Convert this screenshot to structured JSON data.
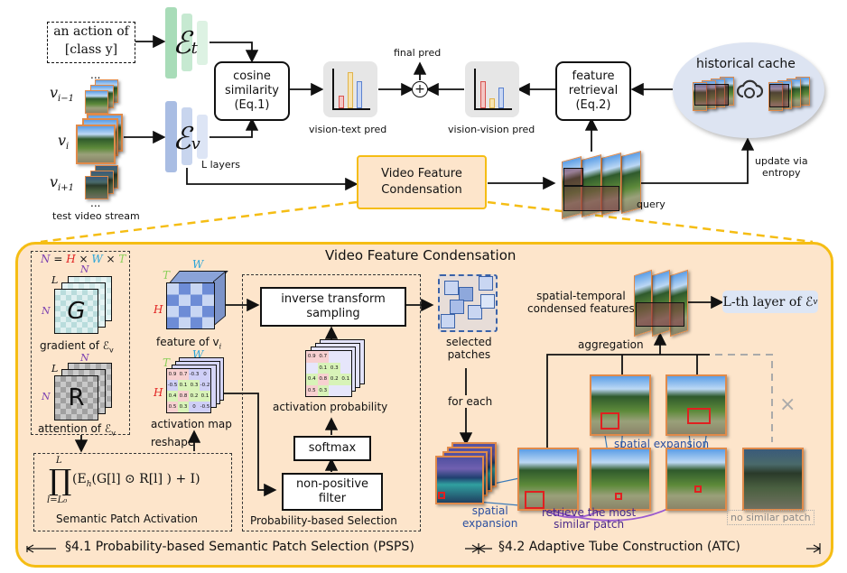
{
  "top": {
    "text_prompt": [
      "an action of",
      "[class y]"
    ],
    "text_encoder": "ℰ",
    "text_encoder_sub": "t",
    "video_encoder": "ℰ",
    "video_encoder_sub": "v",
    "layers_label": "L layers",
    "stream_labels": {
      "prev": "v",
      "prev_sub": "i−1",
      "cur": "v",
      "cur_sub": "i",
      "next": "v",
      "next_sub": "i+1",
      "dots": "..."
    },
    "stream_caption": "test video stream",
    "cosine_box": [
      "cosine",
      "similarity",
      "(Eq.1)"
    ],
    "vt_pred": "vision-text pred",
    "vv_pred": "vision-vision pred",
    "final_pred": "final pred",
    "plus": "+",
    "retrieval_box": [
      "feature",
      "retrieval",
      "(Eq.2)"
    ],
    "cache_title": "historical cache",
    "vfc_box": [
      "Video Feature",
      "Condensation"
    ],
    "query": "query",
    "update": [
      "update via",
      "entropy"
    ]
  },
  "panel": {
    "title": "Video Feature Condensation",
    "n_eq": {
      "N": "N",
      "eq": " = ",
      "H": "H",
      "x1": " × ",
      "W": "W",
      "x2": " × ",
      "T": "T"
    },
    "grad_letter": "G",
    "grad_caption": "gradient of ℰ",
    "attn_letter": "R",
    "attn_caption": "attention of ℰ",
    "sub_v": "v",
    "dim_labels": {
      "L": "L",
      "N": "N",
      "H": "H",
      "W": "W",
      "T": "T"
    },
    "feature_caption": "feature of v",
    "feature_sub": "i",
    "activation_caption": "activation map",
    "reshape": "reshape",
    "activation_values": [
      "0.9",
      "0.7",
      "-0.3",
      "0",
      "-0.5",
      "0.1",
      "0.3",
      "-0.2",
      "0.4",
      "0.8",
      "0.2",
      "0.1",
      "0.5",
      "0.3",
      "0",
      "-0.5"
    ],
    "probability_values": [
      "0.9",
      "0.7",
      "",
      "",
      "",
      "0.1",
      "0.3",
      "",
      "0.4",
      "0.8",
      "0.2",
      "0.1",
      "0.5",
      "0.3",
      "",
      ""
    ],
    "formula": "∏ (E_h(G[l] ⊙ R[l]) + I)",
    "formula_top": "L",
    "formula_bottom": "l=L₀",
    "formula_body": "(E",
    "formula_h": "h",
    "formula_rest": "(G[l] ⊙ R[l] ) + I)",
    "spa_caption": "Semantic Patch Activation",
    "its_box": [
      "inverse transform",
      "sampling"
    ],
    "prob_caption": "activation probability",
    "softmax": "softmax",
    "npf_box": [
      "non-positive",
      "filter"
    ],
    "pbs_caption": "Probability-based Selection",
    "selected": [
      "selected",
      "patches"
    ],
    "for_each": "for each",
    "spatial_expansion_left": [
      "spatial",
      "expansion"
    ],
    "retrieve": [
      "retrieve the most",
      "similar patch"
    ],
    "spatial_expansion_mid": "spatial expansion",
    "no_similar": "no similar patch",
    "cross": "×",
    "aggregation": "aggregation",
    "stcf": [
      "spatial-temporal",
      "condensed features"
    ],
    "lth_layer": "L-th layer of ℰ",
    "section1": "§4.1 Probability-based Semantic Patch Selection (PSPS)",
    "section2": "§4.2 Adaptive Tube Construction (ATC)"
  },
  "colors": {
    "text_encoder": "#a8dcb8",
    "video_encoder": "#a9bde3",
    "panel_bg": "#fde5cb",
    "panel_border": "#f5bd14",
    "H": "#e02020",
    "W": "#2aa4d8",
    "T": "#8ccf5a",
    "N": "#7a3fb0"
  }
}
